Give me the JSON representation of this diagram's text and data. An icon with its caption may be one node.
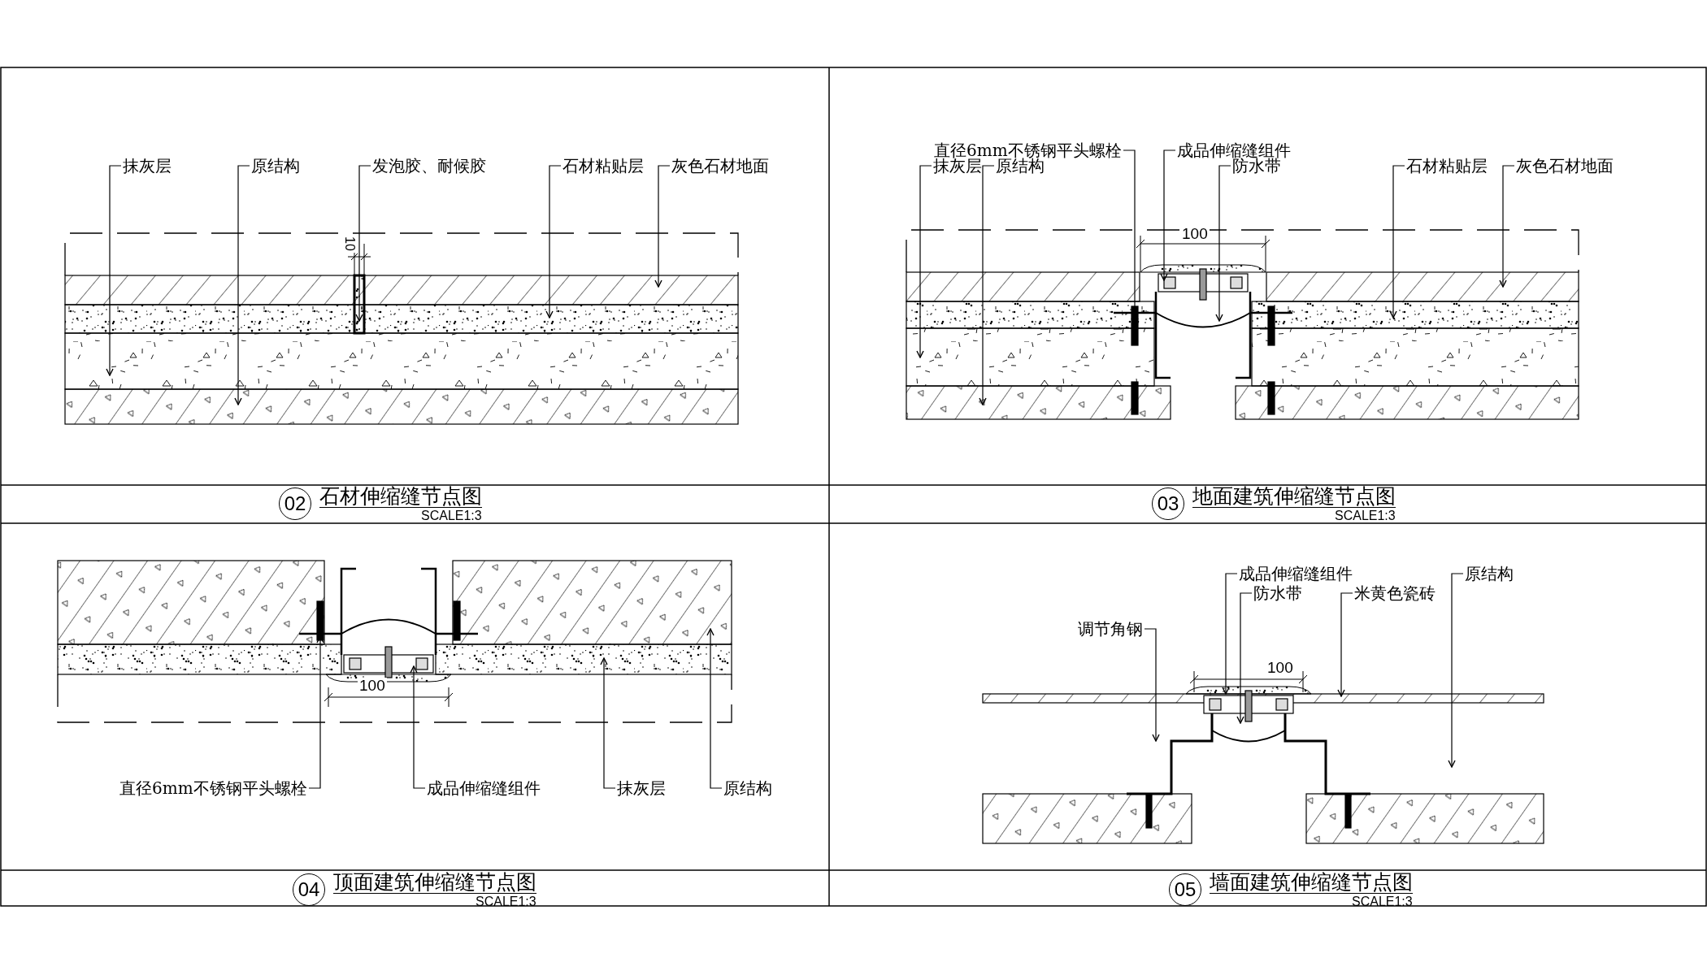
{
  "diagram": {
    "nodes": [
      {
        "text": [
          "抹灰层"
        ]
      },
      {
        "text": [
          "原结构"
        ]
      },
      {
        "text": [
          "发泡胶、耐候胶"
        ]
      },
      {
        "text": [
          "石材粘贴层"
        ]
      },
      {
        "text": [
          "灰色石材地面"
        ]
      },
      {
        "text": [
          "02"
        ],
        "beside": [
          "石材伸缩缝节点图",
          "SCALE1:3"
        ]
      },
      {
        "text": [
          "直径6mm不锈钢平头螺栓"
        ]
      },
      {
        "text": [
          "成品伸缩缝组件"
        ]
      },
      {
        "text": [
          "抹灰层"
        ]
      },
      {
        "text": [
          "原结构"
        ]
      },
      {
        "text": [
          "防水带"
        ]
      },
      {
        "text": [
          "石材粘贴层"
        ]
      },
      {
        "text": [
          "灰色石材地面"
        ]
      },
      {
        "text": [
          "03"
        ],
        "beside": [
          "地面建筑伸缩缝节点图",
          "SCALE1:3"
        ]
      },
      {
        "text": [
          "直径6mm不锈钢平头螺栓"
        ]
      },
      {
        "text": [
          "成品伸缩缝组件"
        ]
      },
      {
        "text": [
          "抹灰层"
        ]
      },
      {
        "text": [
          "原结构"
        ]
      },
      {
        "text": [
          "04"
        ],
        "beside": [
          "顶面建筑伸缩缝节点图",
          "SCALE1:3"
        ]
      },
      {
        "text": [
          "成品伸缩缝组件"
        ]
      },
      {
        "text": [
          "原结构"
        ]
      },
      {
        "text": [
          "防水带"
        ]
      },
      {
        "text": [
          "米黄色瓷砖"
        ]
      },
      {
        "text": [
          "调节角钢"
        ]
      },
      {
        "text": [
          "05"
        ],
        "beside": [
          "墙面建筑伸缩缝节点图",
          "SCALE1:3"
        ]
      }
    ],
    "edges": [
      {
        "from": 0,
        "to": null,
        "arrow": "to"
      },
      {
        "from": 1,
        "to": null,
        "arrow": "to"
      },
      {
        "from": 2,
        "to": null,
        "arrow": "to"
      },
      {
        "from": 3,
        "to": null,
        "arrow": "to"
      },
      {
        "from": 4,
        "to": null,
        "arrow": "to"
      },
      {
        "from": 6,
        "to": null,
        "arrow": "to"
      },
      {
        "from": 7,
        "to": null,
        "arrow": "to"
      },
      {
        "from": 8,
        "to": null,
        "arrow": "to"
      },
      {
        "from": 9,
        "to": null,
        "arrow": "to"
      },
      {
        "from": 10,
        "to": null,
        "arrow": "to"
      },
      {
        "from": 11,
        "to": null,
        "arrow": "to"
      },
      {
        "from": 12,
        "to": null,
        "arrow": "to"
      },
      {
        "from": 14,
        "to": null,
        "arrow": "to"
      },
      {
        "from": 15,
        "to": null,
        "arrow": "to"
      },
      {
        "from": 16,
        "to": null,
        "arrow": "to"
      },
      {
        "from": 17,
        "to": null,
        "arrow": "to"
      },
      {
        "from": 19,
        "to": null,
        "arrow": "to"
      },
      {
        "from": 20,
        "to": null,
        "arrow": "to"
      },
      {
        "from": 21,
        "to": null,
        "arrow": "to"
      },
      {
        "from": 22,
        "to": null,
        "arrow": "to"
      },
      {
        "from": 23,
        "to": null,
        "arrow": "to"
      }
    ],
    "labels": [
      "10",
      "100",
      "100",
      "100"
    ]
  }
}
